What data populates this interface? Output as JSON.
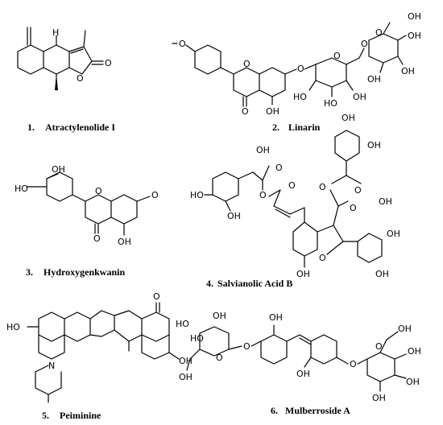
{
  "compounds": [
    {
      "number": "1.",
      "name": "Atractylenolide I"
    },
    {
      "number": "2.",
      "name": "Linarin"
    },
    {
      "number": "3.",
      "name": "Hydroxygenkwanin"
    },
    {
      "number": "4.",
      "name": "Salvianolic Acid B"
    },
    {
      "number": "5.",
      "name": "Peiminine"
    },
    {
      "number": "6.",
      "name": "Mulberroside A"
    }
  ],
  "atom_labels": {
    "H": "H",
    "O": "O",
    "OH": "OH",
    "HO": "HO",
    "N": "N"
  }
}
